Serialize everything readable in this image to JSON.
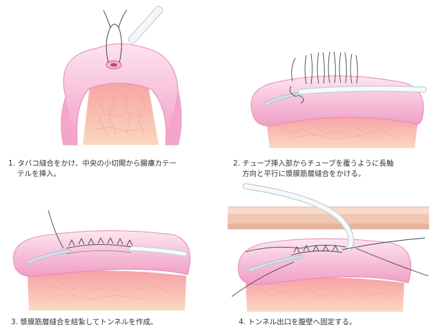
{
  "colors": {
    "skin_light": "#fbd3e6",
    "skin_mid": "#f4a9cc",
    "skin_dark": "#e98cb8",
    "mucosa": "#f6c3a8",
    "tube": "#eef3f6",
    "suture": "#3c3f47",
    "abdominal_wall": "#f1c7b3"
  },
  "steps": [
    {
      "caption_line1": "1. タバコ縫合をかけ、中央の小切開から腸瘻カテー",
      "caption_line2": "テルを挿入。"
    },
    {
      "caption_line1": "2. チューブ挿入部からチューブを覆うように長軸",
      "caption_line2": "方向と平行に漿膜筋層縫合をかける。"
    },
    {
      "caption_line1": "3. 漿膜筋層縫合を結紮してトンネルを作成。",
      "caption_line2": ""
    },
    {
      "caption_line1": "4. トンネル出口を腹壁へ固定する。",
      "caption_line2": ""
    }
  ]
}
